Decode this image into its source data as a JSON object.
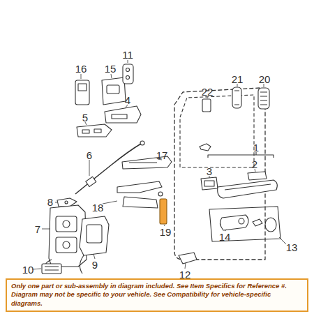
{
  "diagram": {
    "nodes": [
      {
        "text": [
          "Only one part or sub-assembly in diagram included. See Item Specifics for Reference #. Diagram may not be specific to your vehicle. See Compatibility for vehicle-specific diagrams."
        ]
      }
    ],
    "labels": [
      "16",
      "15",
      "11",
      "22",
      "21",
      "20",
      "5",
      "4",
      "1",
      "3",
      "2",
      "6",
      "17",
      "8",
      "19",
      "18",
      "7",
      "14",
      "13",
      "9",
      "10",
      "12"
    ]
  }
}
